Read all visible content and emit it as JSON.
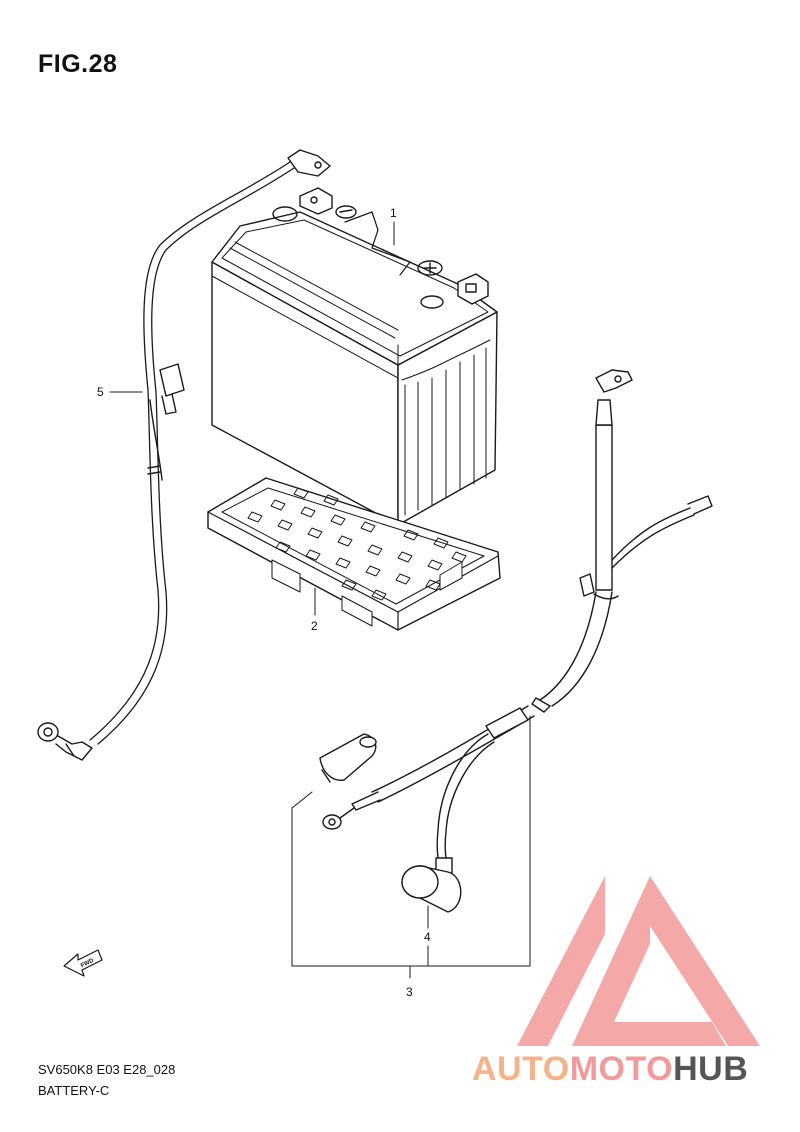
{
  "figure": {
    "title": "FIG.28",
    "model_code": "SV650K8 E03 E28_028",
    "section_name": "BATTERY-C"
  },
  "callouts": [
    "1",
    "2",
    "3",
    "4",
    "5"
  ],
  "direction_marker": {
    "label": "FWD",
    "icon": "forward-arrow-icon"
  },
  "watermark": {
    "part1": "AUTO",
    "part2": "MOTO",
    "part3": "HUB",
    "colors": {
      "part1": "#f6b38a",
      "part2": "#f29a9a",
      "part3": "#555555",
      "logo": "#f39a9a"
    }
  },
  "colors": {
    "line": "#1a1a1a",
    "background": "#ffffff"
  }
}
